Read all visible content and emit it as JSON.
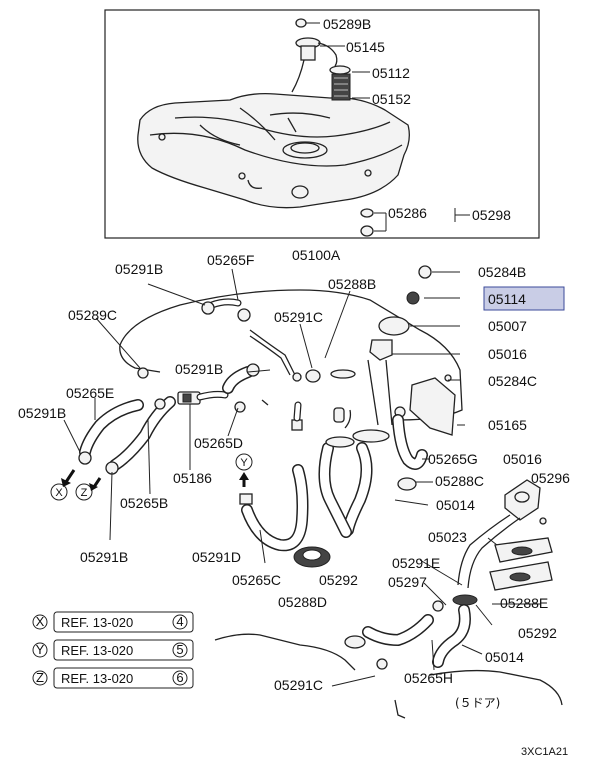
{
  "callouts": [
    {
      "id": "05289B",
      "text": "05289B"
    },
    {
      "id": "05145",
      "text": "05145"
    },
    {
      "id": "05112",
      "text": "05112"
    },
    {
      "id": "05152",
      "text": "05152"
    },
    {
      "id": "05286",
      "text": "05286"
    },
    {
      "id": "05298",
      "text": "05298"
    },
    {
      "id": "05100A",
      "text": "05100A"
    },
    {
      "id": "05291B_a",
      "text": "05291B"
    },
    {
      "id": "05265F",
      "text": "05265F"
    },
    {
      "id": "05288B",
      "text": "05288B"
    },
    {
      "id": "05284B",
      "text": "05284B"
    },
    {
      "id": "05114",
      "text": "05114",
      "highlighted": true
    },
    {
      "id": "05289C",
      "text": "05289C"
    },
    {
      "id": "05291C_a",
      "text": "05291C"
    },
    {
      "id": "05007",
      "text": "05007"
    },
    {
      "id": "05016_a",
      "text": "05016"
    },
    {
      "id": "05291B_b",
      "text": "05291B"
    },
    {
      "id": "05284C",
      "text": "05284C"
    },
    {
      "id": "05265E",
      "text": "05265E"
    },
    {
      "id": "05291B_c",
      "text": "05291B"
    },
    {
      "id": "05165",
      "text": "05165"
    },
    {
      "id": "05265D",
      "text": "05265D"
    },
    {
      "id": "05265G",
      "text": "05265G"
    },
    {
      "id": "05016_b",
      "text": "05016"
    },
    {
      "id": "05186",
      "text": "05186"
    },
    {
      "id": "05288C",
      "text": "05288C"
    },
    {
      "id": "05296",
      "text": "05296"
    },
    {
      "id": "05265B",
      "text": "05265B"
    },
    {
      "id": "05014_a",
      "text": "05014"
    },
    {
      "id": "05023",
      "text": "05023"
    },
    {
      "id": "05291E",
      "text": "05291E"
    },
    {
      "id": "05291B_d",
      "text": "05291B"
    },
    {
      "id": "05291D",
      "text": "05291D"
    },
    {
      "id": "05265C",
      "text": "05265C"
    },
    {
      "id": "05292_a",
      "text": "05292"
    },
    {
      "id": "05297",
      "text": "05297"
    },
    {
      "id": "05288D",
      "text": "05288D"
    },
    {
      "id": "05288E",
      "text": "05288E"
    },
    {
      "id": "05292_b",
      "text": "05292"
    },
    {
      "id": "05014_b",
      "text": "05014"
    },
    {
      "id": "05265H",
      "text": "05265H"
    },
    {
      "id": "05291C_b",
      "text": "05291C"
    }
  ],
  "markers": [
    {
      "id": "Y_top",
      "letter": "Y"
    },
    {
      "id": "X_left",
      "letter": "X"
    },
    {
      "id": "Z_left",
      "letter": "Z"
    }
  ],
  "references": [
    {
      "letter": "X",
      "ref": "REF. 13-020",
      "num": "4"
    },
    {
      "letter": "Y",
      "ref": "REF. 13-020",
      "num": "5"
    },
    {
      "letter": "Z",
      "ref": "REF. 13-020",
      "num": "6"
    }
  ],
  "door_note": "(５ドア)",
  "sheet_code": "3XC1A21",
  "colors": {
    "highlight_fill": "#c9cde6",
    "highlight_stroke": "#3b4a9a"
  }
}
